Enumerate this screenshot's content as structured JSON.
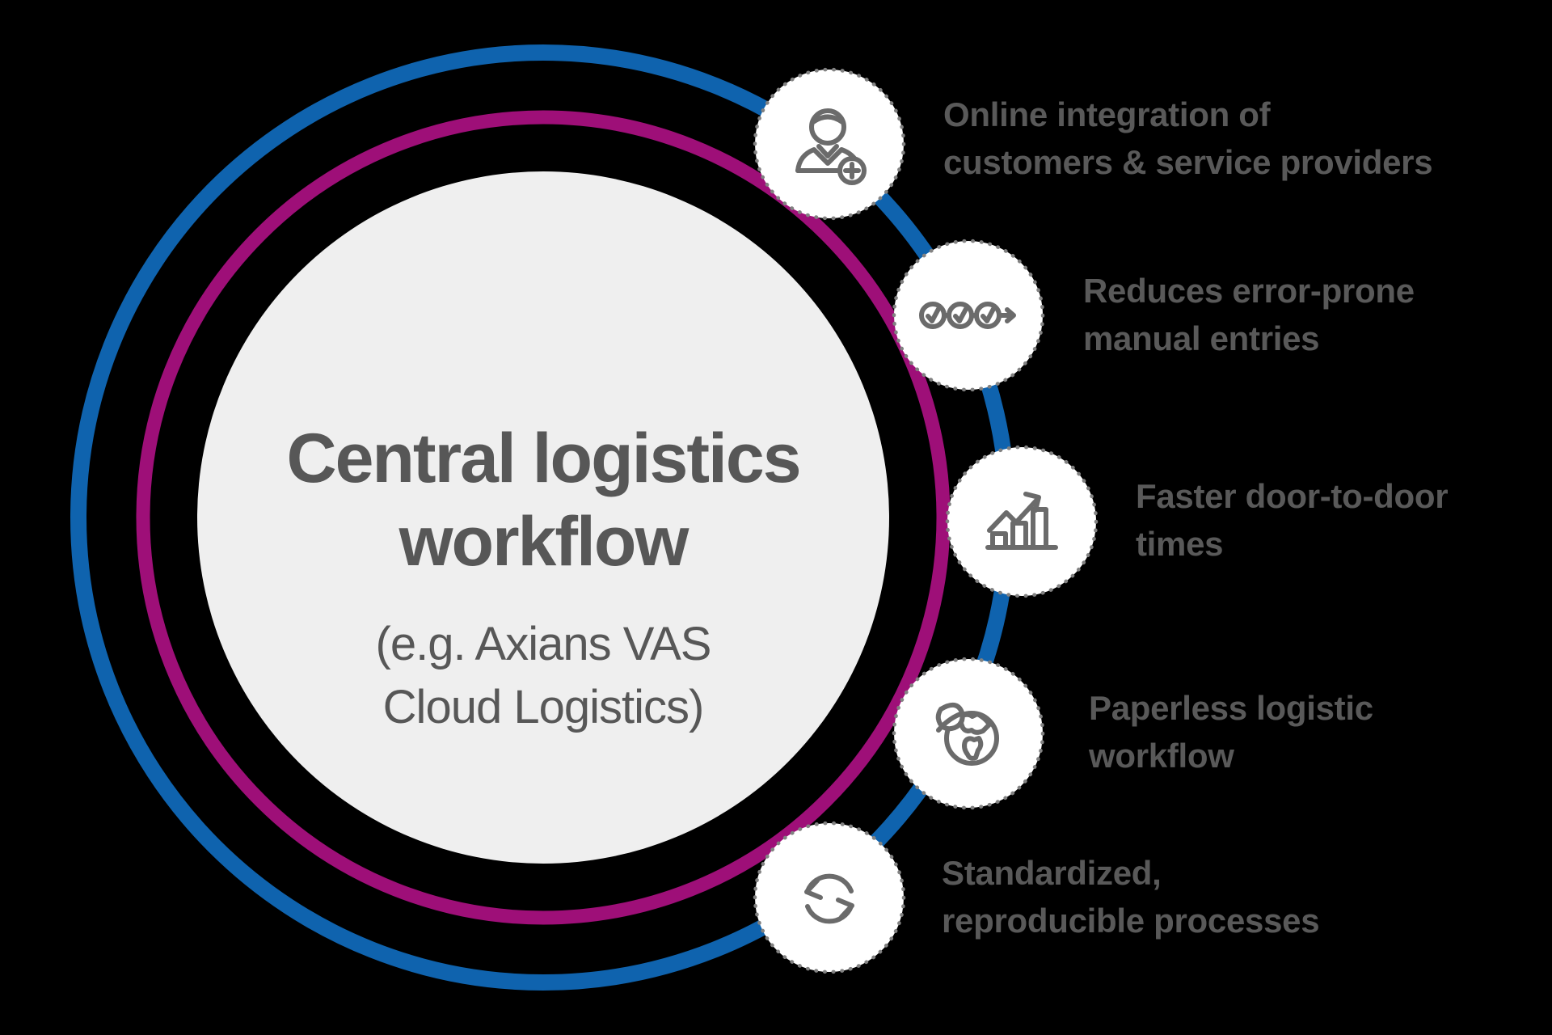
{
  "colors": {
    "background": "#000000",
    "ring_outer": "#0f63ae",
    "ring_inner": "#9e0f78",
    "center_fill": "#efefef",
    "title_text": "#575757",
    "label_text": "#595959",
    "icon_stroke": "#6b6b6b",
    "badge_dot": "#828282",
    "badge_fill": "#ffffff"
  },
  "center": {
    "title_lines": [
      "Central logistics",
      "workflow"
    ],
    "subtitle_lines": [
      "(e.g. Axians VAS",
      "Cloud Logistics)"
    ]
  },
  "badges": [
    {
      "icon": "user-add-icon",
      "label_lines": [
        "Online integration of",
        "customers & service providers"
      ]
    },
    {
      "icon": "process-checks-icon",
      "label_lines": [
        "Reduces error-prone",
        "manual entries"
      ]
    },
    {
      "icon": "growth-chart-icon",
      "label_lines": [
        "Faster door-to-door",
        "times"
      ]
    },
    {
      "icon": "eco-globe-icon",
      "label_lines": [
        "Paperless logistic",
        "workflow"
      ]
    },
    {
      "icon": "cycle-arrows-icon",
      "label_lines": [
        "Standardized,",
        "reproducible processes"
      ]
    }
  ]
}
